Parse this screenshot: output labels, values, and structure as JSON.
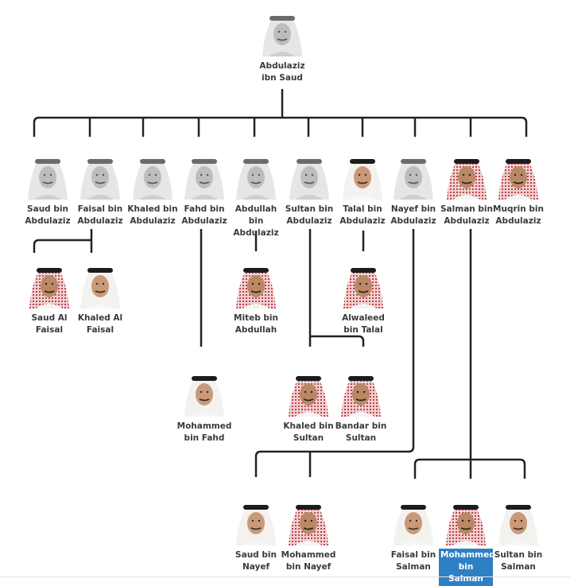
{
  "title": "Saudi royal family tree",
  "accent_color": "#2f7fc4",
  "root": {
    "name": "Abdulaziz ibn Saud"
  },
  "sons": [
    {
      "name": "Saud bin Abdulaziz"
    },
    {
      "name": "Faisal bin Abdulaziz"
    },
    {
      "name": "Khaled bin Abdulaziz"
    },
    {
      "name": "Fahd bin Abdulaziz"
    },
    {
      "name": "Abdullah bin Abdulaziz"
    },
    {
      "name": "Sultan bin Abdulaziz"
    },
    {
      "name": "Talal bin Abdulaziz"
    },
    {
      "name": "Nayef bin Abdulaziz"
    },
    {
      "name": "Salman bin Abdulaziz"
    },
    {
      "name": "Muqrin bin Abdulaziz"
    }
  ],
  "grandsons": [
    {
      "name": "Saud Al Faisal"
    },
    {
      "name": "Khaled Al Faisal"
    },
    {
      "name": "Miteb bin Abdullah"
    },
    {
      "name": "Alwaleed bin Talal"
    },
    {
      "name": "Mohammed bin Fahd"
    },
    {
      "name": "Khaled bin Sultan"
    },
    {
      "name": "Bandar bin Sultan"
    },
    {
      "name": "Saud bin Nayef"
    },
    {
      "name": "Mohammed bin Nayef"
    },
    {
      "name": "Faisal bin Salman"
    },
    {
      "name": "Mohammed bin Salman",
      "highlighted": true
    },
    {
      "name": "Sultan bin Salman"
    }
  ]
}
